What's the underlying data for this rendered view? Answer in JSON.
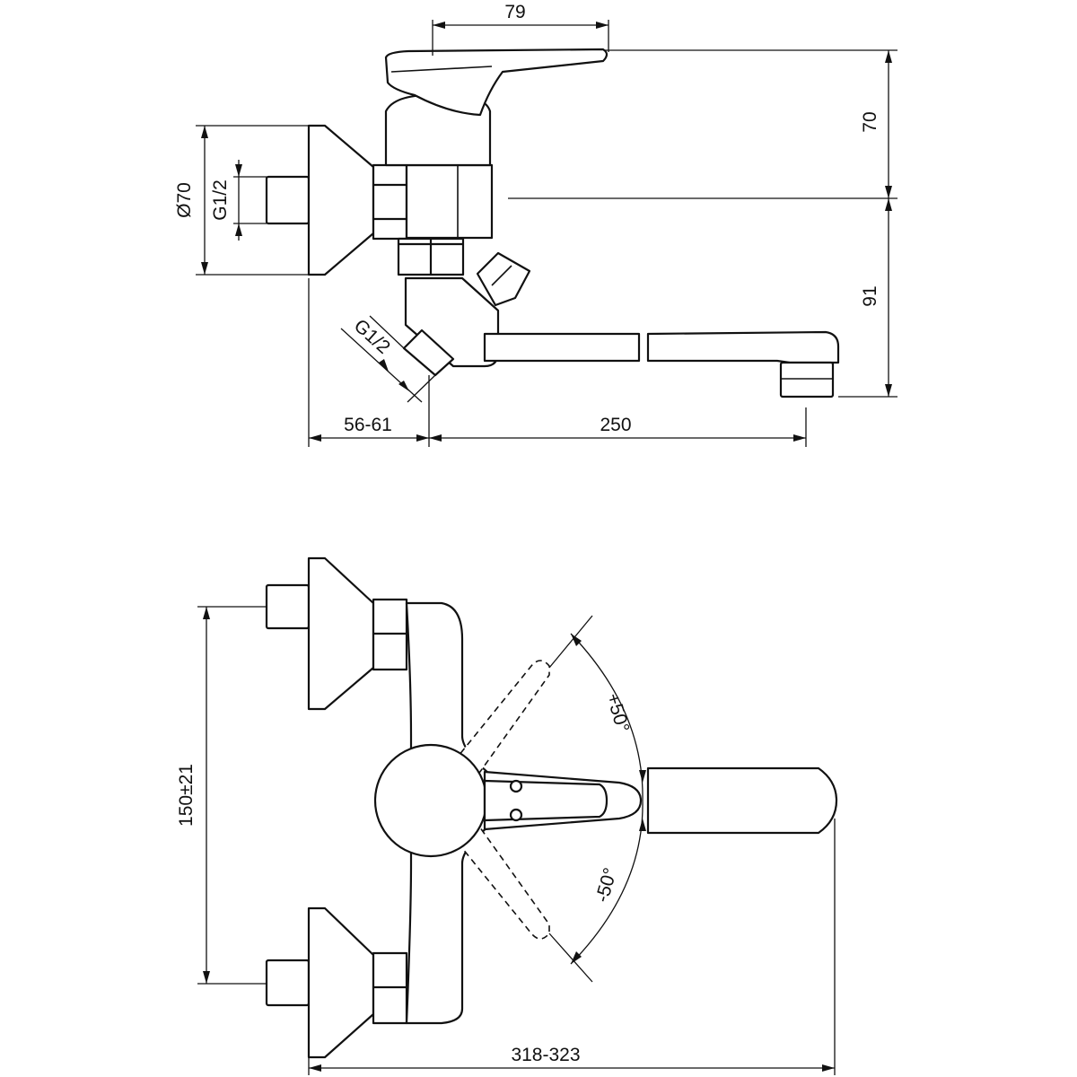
{
  "side_view": {
    "dims": {
      "lever_reach": "79",
      "lever_height": "70",
      "spout_height": "91",
      "rosette_diameter": "Ø70",
      "inlet_thread": "G1/2",
      "outlet_thread": "G1/2",
      "wall_offset": "56-61",
      "spout_reach": "250"
    }
  },
  "top_view": {
    "dims": {
      "inlet_spacing": "150±21",
      "overall_length": "318-323",
      "angle_positive": "+50°",
      "angle_negative": "-50°"
    }
  }
}
